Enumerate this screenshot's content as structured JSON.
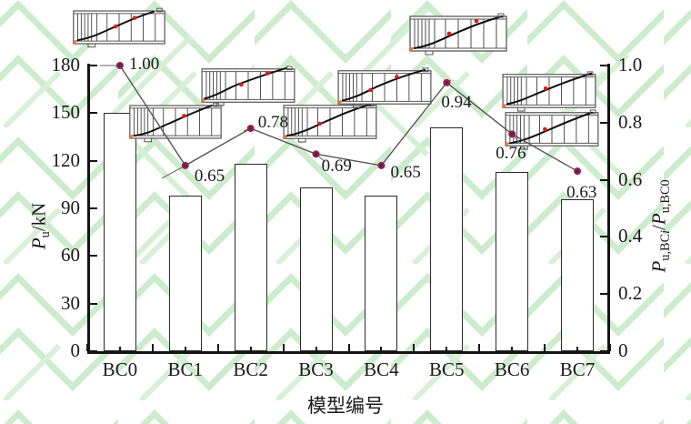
{
  "chart_data": {
    "type": "bar",
    "title": "",
    "subtitle": "",
    "xlabel": "模型编号",
    "ylabel": "Pu/kN",
    "ylabel_right": "Pu,BCi/Pu,BC0",
    "categories": [
      "BC0",
      "BC1",
      "BC2",
      "BC3",
      "BC4",
      "BC5",
      "BC6",
      "BC7"
    ],
    "ylim": [
      0,
      180
    ],
    "ylim_right": [
      0,
      1.0
    ],
    "yticks": [
      0,
      30,
      60,
      90,
      120,
      150,
      180
    ],
    "yticks_right": [
      "0",
      "0.2",
      "0.4",
      "0.6",
      "0.8",
      "1.0"
    ],
    "grid": false,
    "legend": "none",
    "series": [
      {
        "name": "Pu/kN",
        "type": "bar",
        "axis": "left",
        "values": [
          150,
          98,
          118,
          103,
          98,
          141,
          113,
          96
        ]
      },
      {
        "name": "Pu,BCi/Pu,BC0",
        "type": "line",
        "axis": "right",
        "values": [
          1.0,
          0.65,
          0.78,
          0.69,
          0.65,
          0.94,
          0.76,
          0.63
        ],
        "labels": [
          "1.00",
          "0.65",
          "0.78",
          "0.69",
          "0.65",
          "0.94",
          "0.76",
          "0.63"
        ]
      }
    ],
    "colors": {
      "bar_edge": "#2a2a2a",
      "bar_fill": "#ffffff",
      "line": "#555555",
      "marker": "#9e1f3c",
      "marker_core": "#2b2b8f",
      "watermark": "#cdeccd",
      "axis": "#141414"
    }
  },
  "axes": {
    "left": {
      "ticks": [
        "0",
        "30",
        "60",
        "90",
        "120",
        "150",
        "180"
      ],
      "title_main": "P",
      "title_sub": "u",
      "title_tail": "/kN"
    },
    "right": {
      "ticks": [
        "0",
        "0.2",
        "0.4",
        "0.6",
        "0.8",
        "1.0"
      ],
      "title_p1": "P",
      "title_s1": "u,BC",
      "title_s1i": "i",
      "title_slash": "/",
      "title_p2": "P",
      "title_s2": "u,BC0"
    },
    "x": {
      "ticklabels": [
        "BC0",
        "BC1",
        "BC2",
        "BC3",
        "BC4",
        "BC5",
        "BC6",
        "BC7"
      ],
      "title": "模型编号"
    }
  },
  "point_labels": [
    "1.00",
    "0.65",
    "0.78",
    "0.69",
    "0.65",
    "0.94",
    "0.76",
    "0.63"
  ],
  "insets": {
    "caption": "",
    "count": 8,
    "description": "reinforced concrete beam crack-pattern thumbnails"
  }
}
